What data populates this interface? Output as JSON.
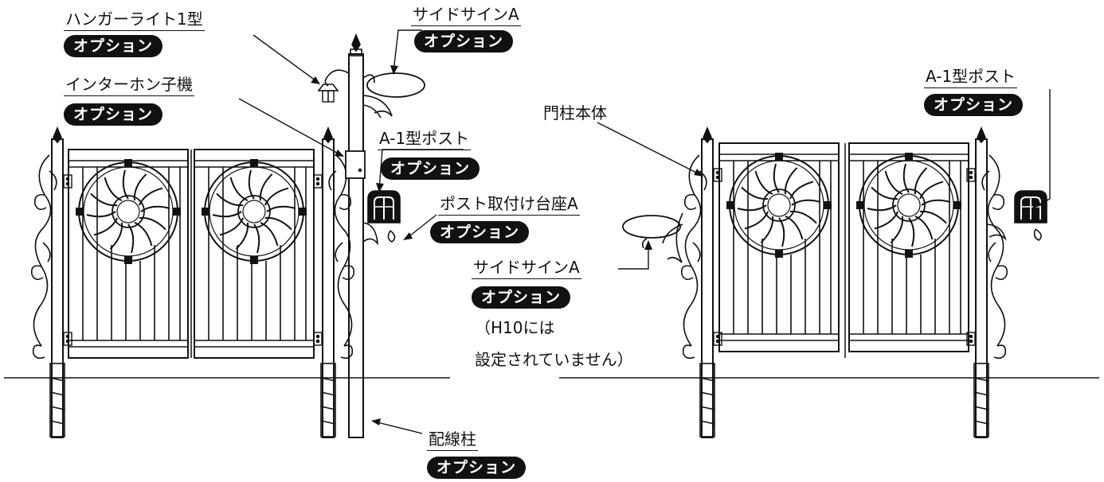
{
  "option_badge": "オプション",
  "labels": {
    "hanger_light": "ハンガーライト1型",
    "side_sign_a_left": "サイドサインA",
    "intercom": "インターホン子機",
    "a1_post_center": "A-1型ポスト",
    "post_base_a": "ポスト取付け台座A",
    "side_sign_a_center": "サイドサインA",
    "h10_note_line1": "（H10には",
    "h10_note_line2": "設定されていません）",
    "gate_pillar": "門柱本体",
    "a1_post_right": "A-1型ポスト",
    "wiring_pillar": "配線柱"
  }
}
